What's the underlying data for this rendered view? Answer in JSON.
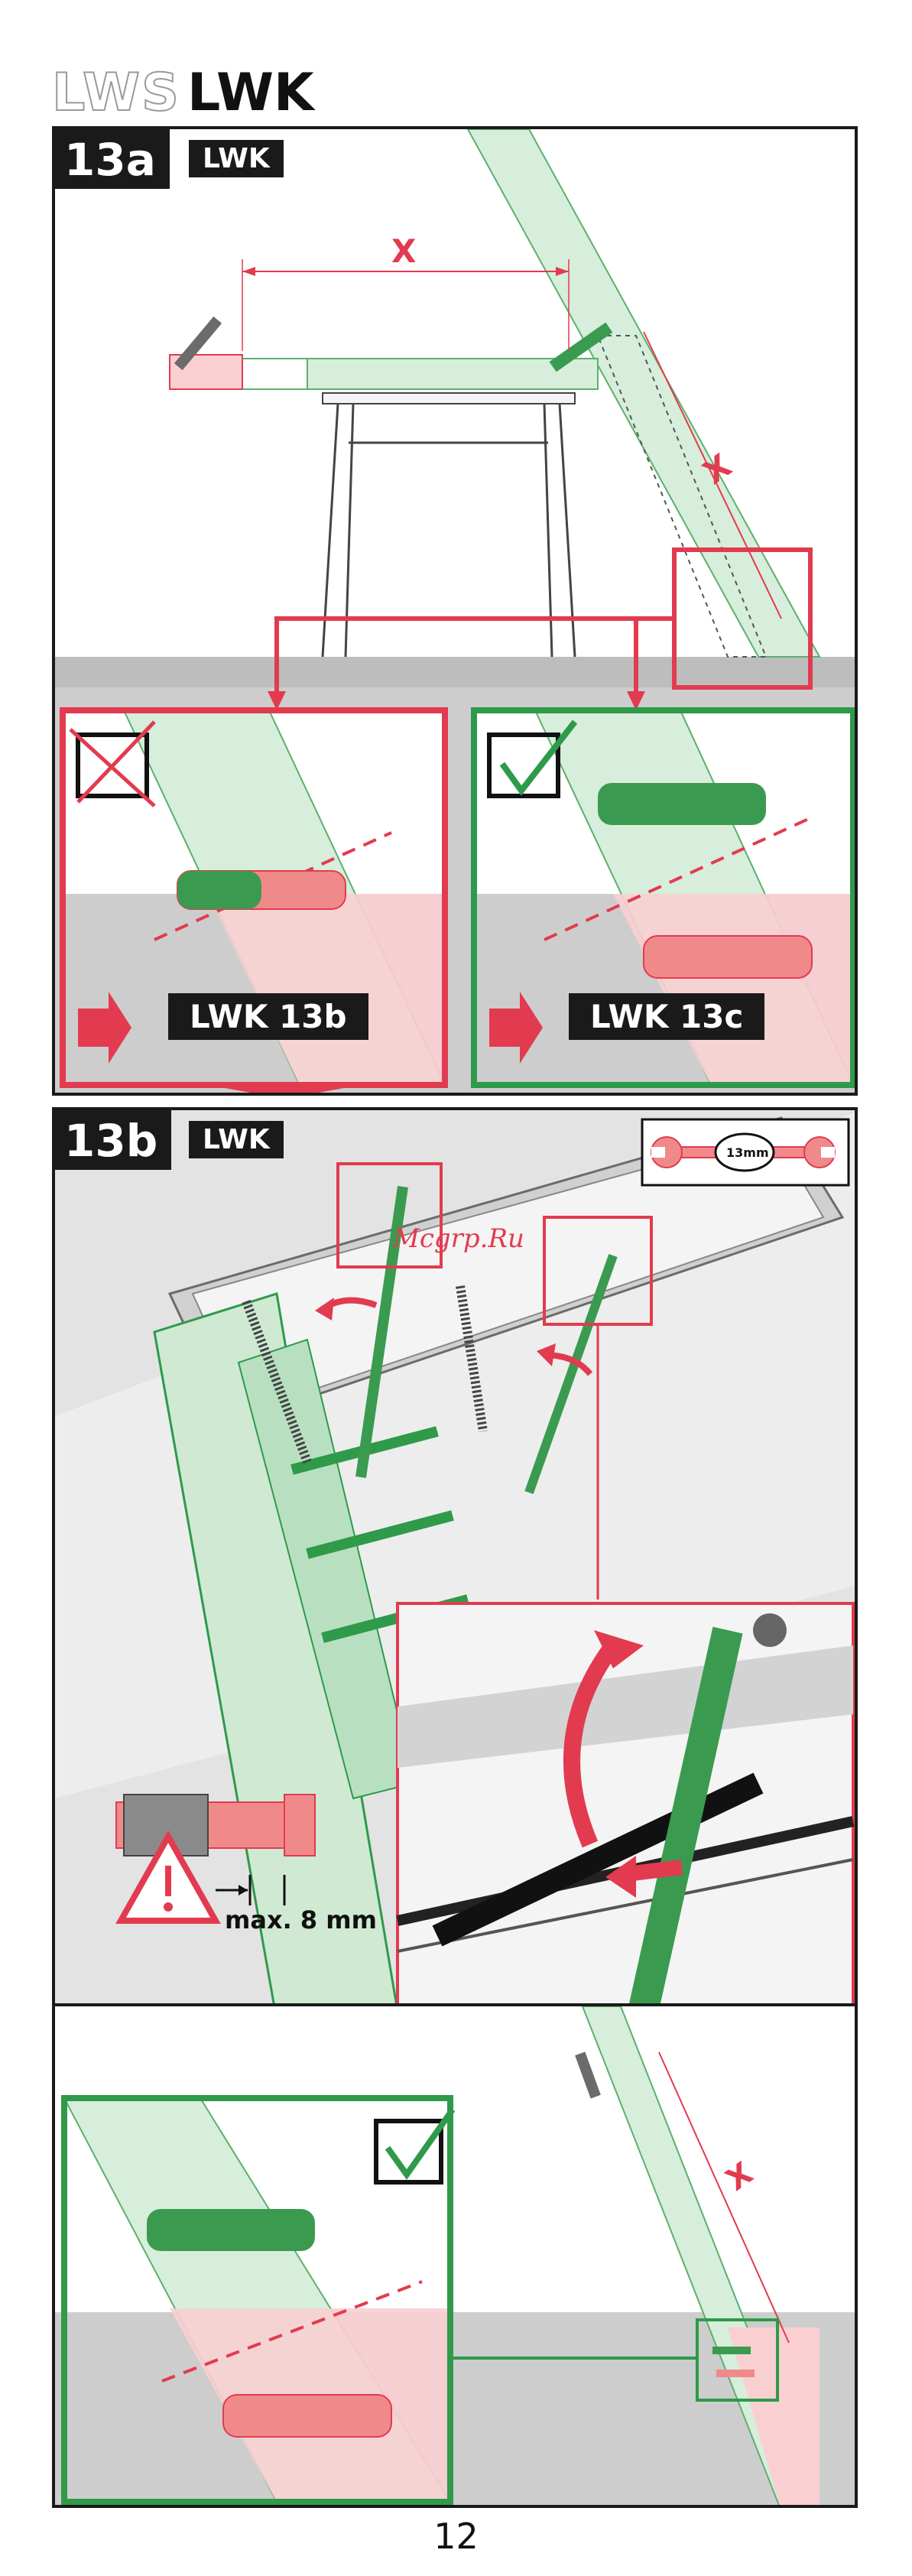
{
  "header": {
    "lws_label": "LWS",
    "lwk_label": "LWK"
  },
  "step_13a": {
    "number": "13a",
    "badge": "LWK",
    "measure_label_top": "X",
    "measure_label_side": "X",
    "wrong_panel": {
      "ref_label": "LWK 13b",
      "icon": "cross-box-icon"
    },
    "right_panel": {
      "ref_label": "LWK 13c",
      "icon": "checkmark-box-icon"
    }
  },
  "step_13b": {
    "number": "13b",
    "badge": "LWK",
    "watermark": "Mcgrp.Ru",
    "tool": {
      "icon": "open-wrench-icon",
      "size": "13mm"
    },
    "warning": {
      "icon": "warning-triangle-icon",
      "limit_label": "max. 8 mm"
    }
  },
  "step_13c": {
    "measure_label": "X",
    "check_icon": "checkmark-box-icon"
  },
  "page_number": "12",
  "colors": {
    "green_fill": "#cfe9d3",
    "green_stroke": "#2e9a4a",
    "pink_fill": "#f9cfd2",
    "red_stroke": "#e23b4f",
    "gray_floor": "#c9c9c9"
  }
}
